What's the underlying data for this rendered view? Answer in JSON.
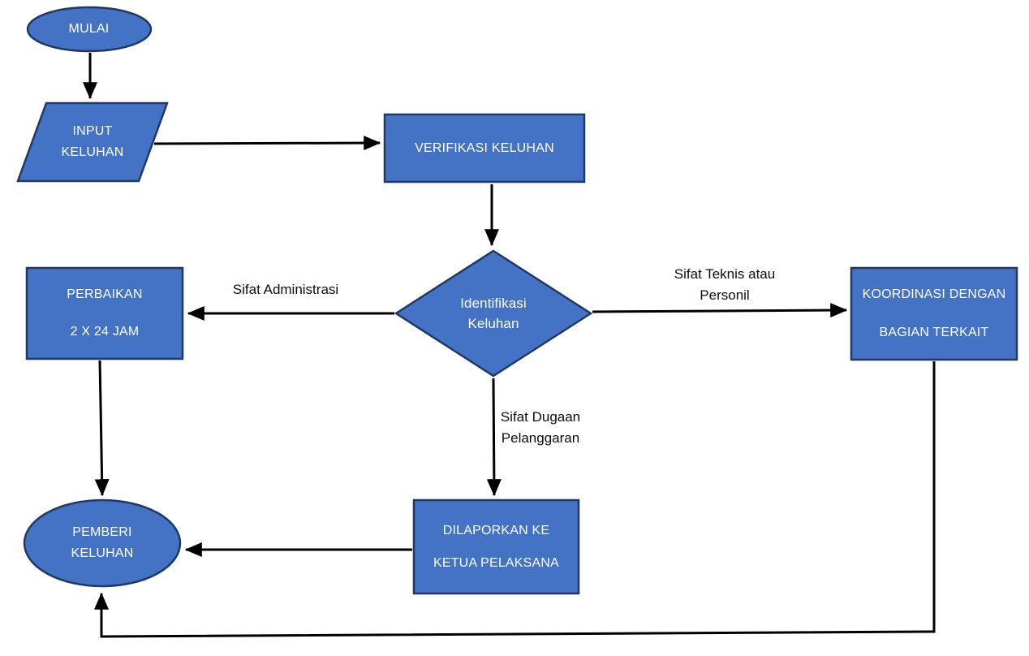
{
  "diagram": {
    "colors": {
      "node_fill": "#4472C4",
      "node_border": "#1F3864",
      "node_text": "#FFFFFF",
      "connector": "#000000",
      "edge_label_text": "#0D0D0D",
      "background": "#FFFFFF"
    },
    "nodes": {
      "mulai": {
        "shape": "ellipse",
        "label": "MULAI"
      },
      "input_keluhan": {
        "shape": "parallelogram",
        "line1": "INPUT",
        "line2": "KELUHAN"
      },
      "verifikasi_keluhan": {
        "shape": "rectangle",
        "label": "VERIFIKASI KELUHAN"
      },
      "identifikasi_keluhan": {
        "shape": "diamond",
        "line1": "Identifikasi",
        "line2": "Keluhan"
      },
      "perbaikan": {
        "shape": "rectangle",
        "line1": "PERBAIKAN",
        "line2": "2 X 24 JAM"
      },
      "koordinasi": {
        "shape": "rectangle",
        "line1": "KOORDINASI DENGAN",
        "line2": "BAGIAN TERKAIT"
      },
      "dilaporkan": {
        "shape": "rectangle",
        "line1": "DILAPORKAN KE",
        "line2": "KETUA PELAKSANA"
      },
      "pemberi_keluhan": {
        "shape": "ellipse",
        "line1": "PEMBERI",
        "line2": "KELUHAN"
      }
    },
    "edge_labels": {
      "sifat_administrasi": {
        "line1": "Sifat Administrasi"
      },
      "sifat_teknis": {
        "line1": "Sifat Teknis atau",
        "line2": "Personil"
      },
      "sifat_dugaan": {
        "line1": "Sifat Dugaan",
        "line2": "Pelanggaran"
      }
    }
  }
}
